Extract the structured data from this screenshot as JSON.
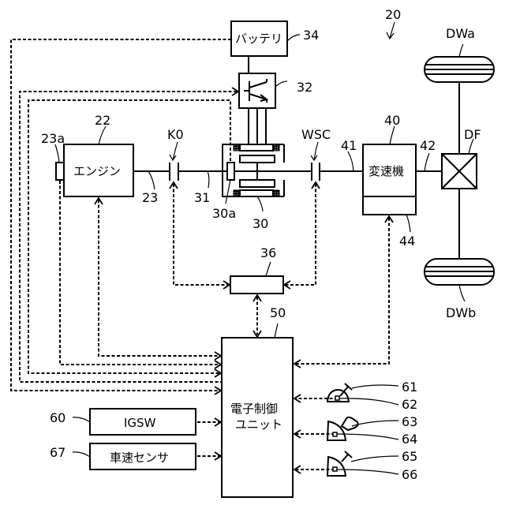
{
  "figure": {
    "ref_system": "20",
    "components": {
      "battery": {
        "label": "バッテリ",
        "ref": "34"
      },
      "inverter": {
        "ref": "32"
      },
      "engine": {
        "label": "エンジン",
        "ref": "22"
      },
      "crank_sensor": {
        "ref": "23a"
      },
      "crankshaft": {
        "ref": "23"
      },
      "clutch_k0": {
        "label": "K0"
      },
      "shaft_31": {
        "ref": "31"
      },
      "motor": {
        "ref": "30"
      },
      "motor_sensor": {
        "ref": "30a"
      },
      "clutch_wsc": {
        "label": "WSC"
      },
      "shaft_41": {
        "ref": "41"
      },
      "transmission": {
        "label": "変速機",
        "ref": "40"
      },
      "hydraulic_unit": {
        "ref": "44"
      },
      "shaft_42": {
        "ref": "42"
      },
      "differential": {
        "label": "DF"
      },
      "wheel_a": {
        "label": "DWa"
      },
      "wheel_b": {
        "label": "DWb"
      },
      "hydraulic_control": {
        "ref": "36"
      },
      "ecu": {
        "label_line1": "電子制御",
        "label_line2": "ユニット",
        "ref": "50"
      },
      "igsw": {
        "label": "IGSW",
        "ref": "60"
      },
      "vehicle_speed_sensor": {
        "label": "車速センサ",
        "ref": "67"
      },
      "shift_lever": {
        "ref": "61"
      },
      "shift_position_sensor": {
        "ref": "62"
      },
      "accelerator_pedal": {
        "ref": "63"
      },
      "accelerator_sensor": {
        "ref": "64"
      },
      "brake_pedal": {
        "ref": "65"
      },
      "brake_sensor": {
        "ref": "66"
      }
    }
  }
}
